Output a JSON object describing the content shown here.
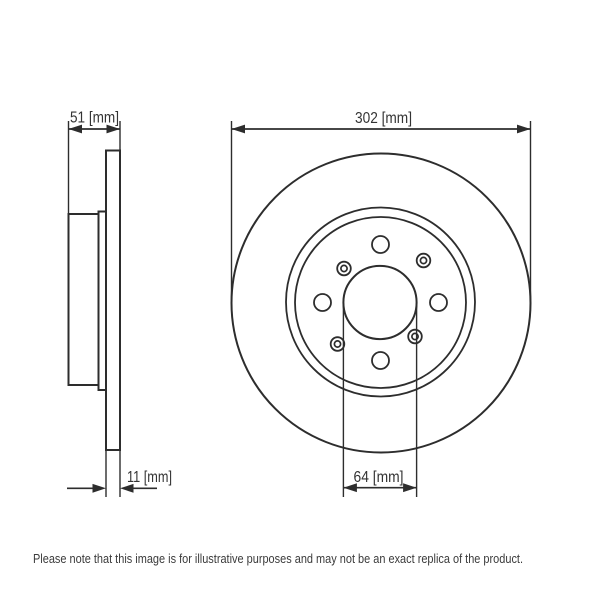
{
  "figure": {
    "title": "brake-disc-technical-drawing",
    "side_view": {
      "width_dim": {
        "label": "51 [mm]",
        "value": 51,
        "unit": "mm"
      },
      "thickness_dim": {
        "label": "11 [mm]",
        "value": 11,
        "unit": "mm"
      }
    },
    "front_view": {
      "outer_diameter_dim": {
        "label": "302 [mm]",
        "value": 302,
        "unit": "mm"
      },
      "center_bore_dim": {
        "label": "64 [mm]",
        "value": 64,
        "unit": "mm"
      }
    }
  },
  "footer": {
    "note": "Please note that this image is for illustrative purposes and may not be an exact replica of the product."
  },
  "colors": {
    "line": "#2d2d2d",
    "text": "#3b3b3b",
    "background": "#ffffff"
  }
}
